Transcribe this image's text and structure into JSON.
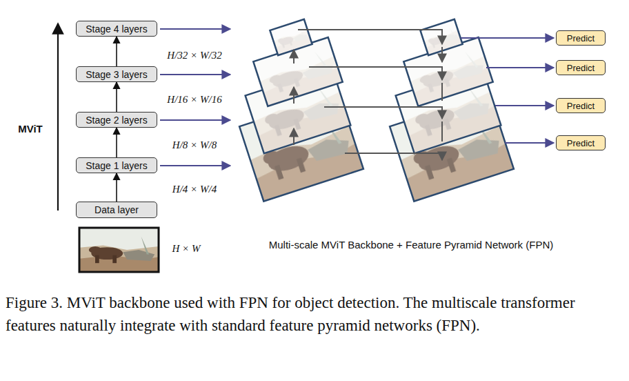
{
  "diagram": {
    "caption": "Figure 3. MViT backbone used with FPN for object detection. The multiscale transformer features naturally integrate with standard feature pyramid networks (FPN).",
    "nodes": [
      {
        "text": [
          "Stage 4 layers"
        ]
      },
      {
        "text": [
          "Stage 3 layers"
        ]
      },
      {
        "text": [
          "Stage 2 layers"
        ]
      },
      {
        "text": [
          "Stage 1 layers"
        ]
      },
      {
        "text": [
          "Data layer"
        ]
      },
      {
        "text": [
          "Predict"
        ]
      },
      {
        "text": [
          "Predict"
        ]
      },
      {
        "text": [
          "Predict"
        ]
      },
      {
        "text": [
          "Predict"
        ]
      }
    ],
    "edges": [
      {
        "from": 4,
        "to": 3,
        "arrow": "to"
      },
      {
        "from": 3,
        "to": 2,
        "arrow": "to"
      },
      {
        "from": 2,
        "to": 1,
        "arrow": "to"
      },
      {
        "from": 1,
        "to": 0,
        "arrow": "to"
      }
    ],
    "labels": [
      "MViT",
      "H/32 × W/32",
      "H/16 × W/16",
      "H/8 × W/8",
      "H/4 × W/4",
      "H × W",
      "Multi-scale MViT Backbone + Feature Pyramid Network (FPN)"
    ]
  }
}
